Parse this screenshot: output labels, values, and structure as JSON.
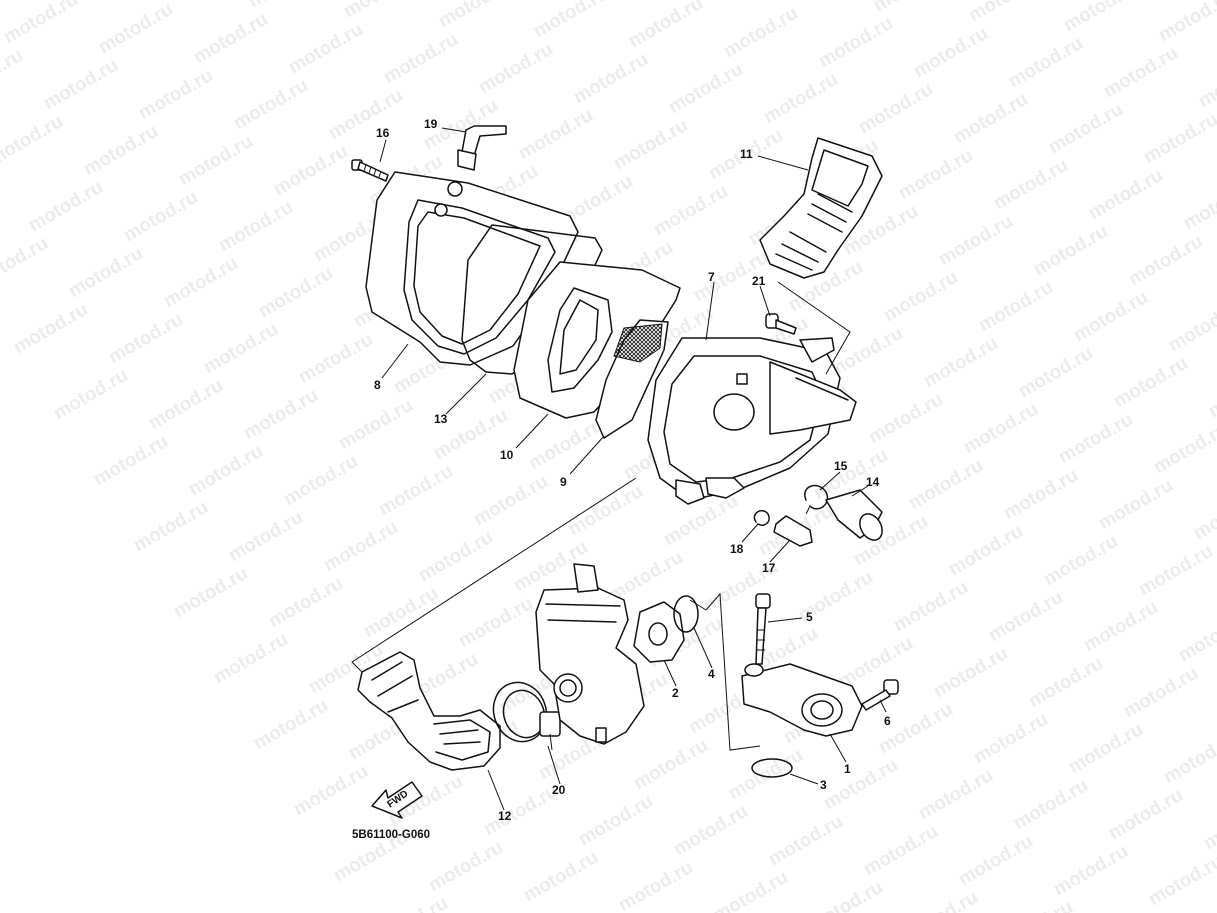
{
  "watermark": "motod.ru",
  "diagram_code": "5B61100-G060",
  "fwd_label": "FWD",
  "callouts": {
    "p1": "1",
    "p2": "2",
    "p3": "3",
    "p4": "4",
    "p5": "5",
    "p6": "6",
    "p7": "7",
    "p8": "8",
    "p9": "9",
    "p10": "10",
    "p11": "11",
    "p12": "12",
    "p13": "13",
    "p14": "14",
    "p15": "15",
    "p16": "16",
    "p17": "17",
    "p18": "18",
    "p19": "19",
    "p20": "20",
    "p21": "21"
  },
  "colors": {
    "line": "#111111",
    "background": "#ffffff",
    "watermark": "#ececec"
  }
}
